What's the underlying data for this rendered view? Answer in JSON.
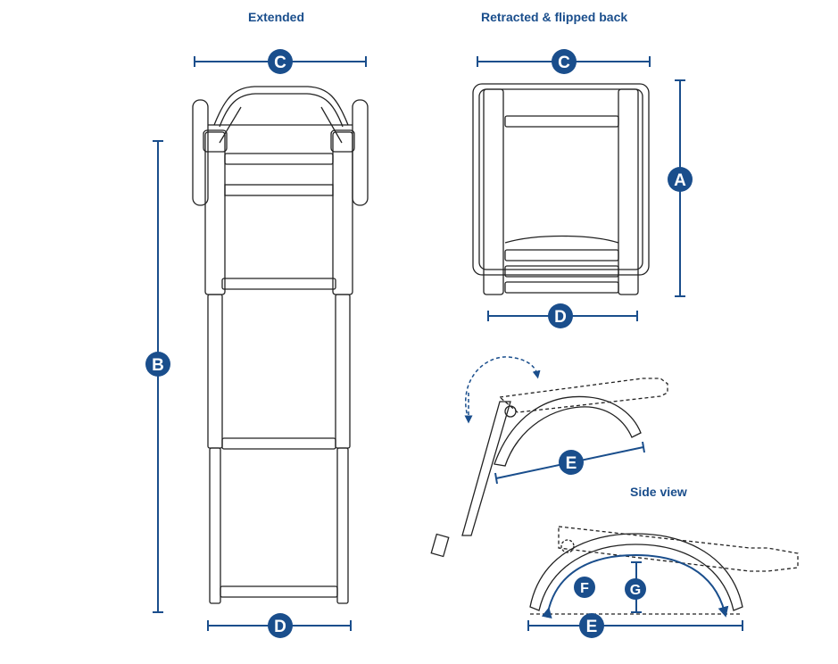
{
  "titles": {
    "extended": "Extended",
    "retracted": "Retracted & flipped back",
    "side_view": "Side view"
  },
  "labels": {
    "a": "A",
    "b": "B",
    "c": "C",
    "d": "D",
    "e": "E",
    "f": "F",
    "g": "G"
  },
  "colors": {
    "accent": "#1a4e8c",
    "line": "#222222"
  }
}
